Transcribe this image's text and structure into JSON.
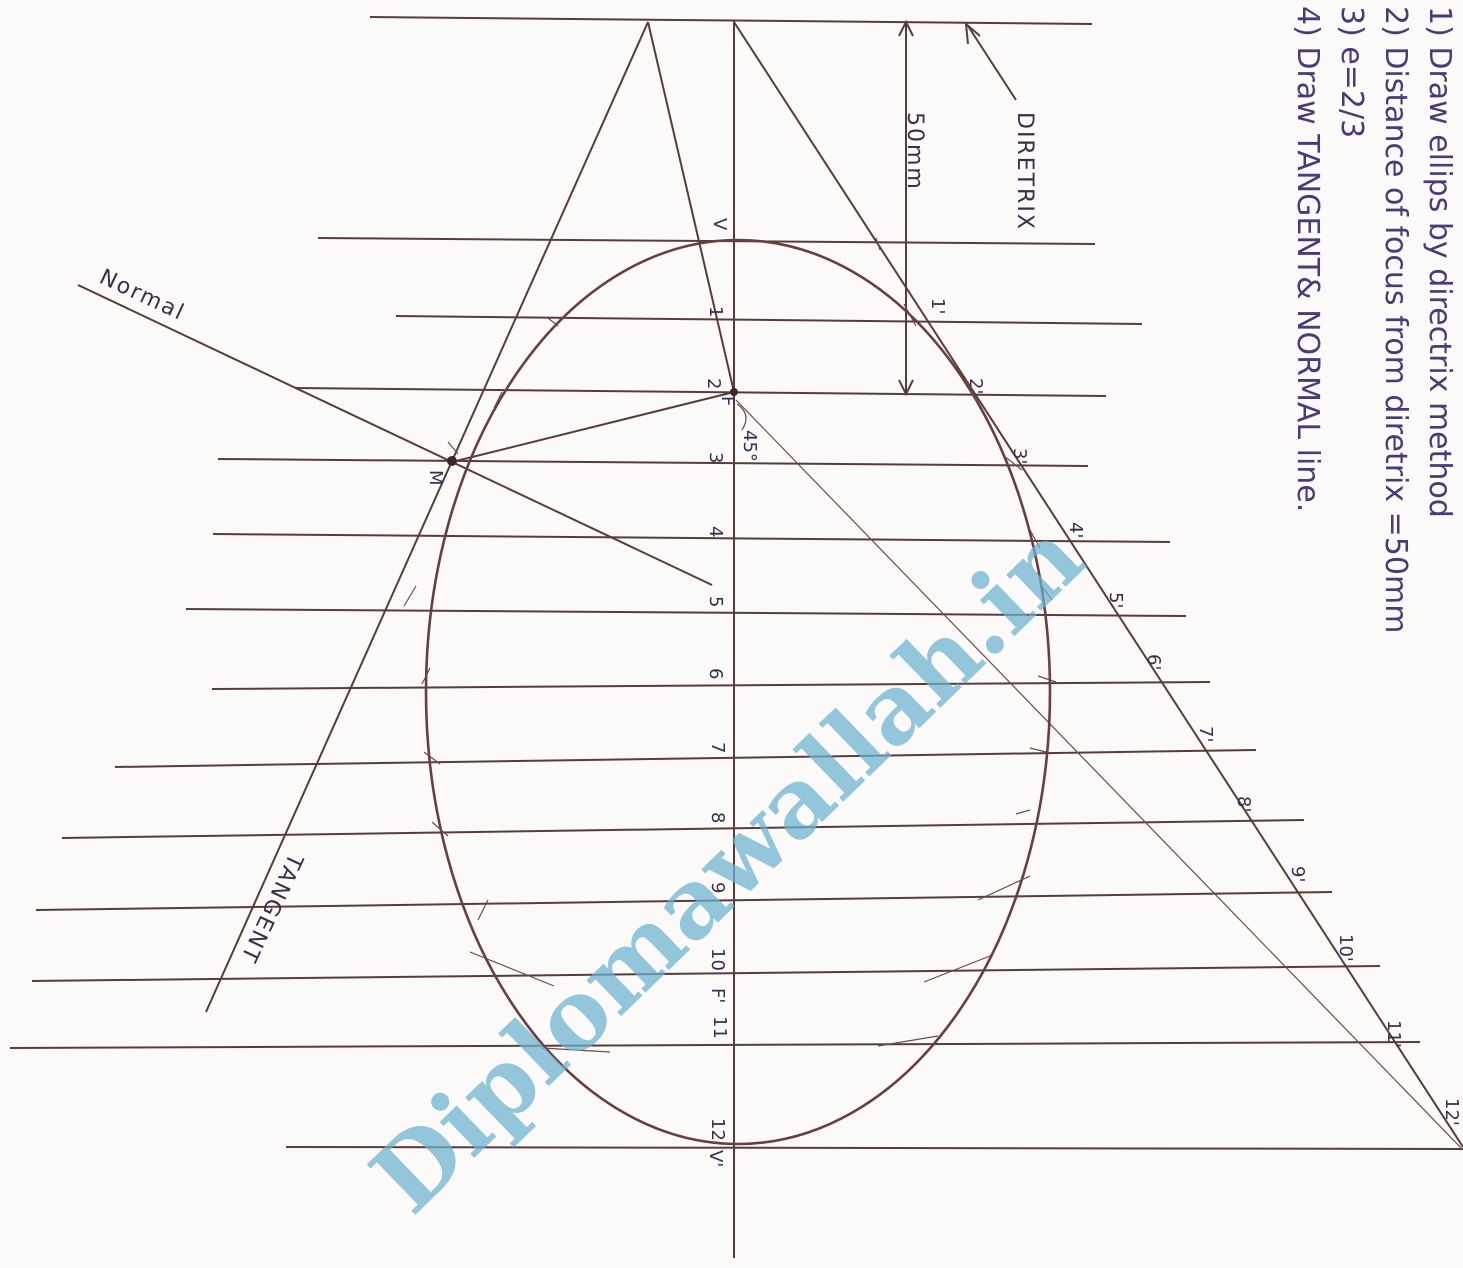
{
  "notes": [
    "1) Draw ellips by directrix method",
    "2) Distance of focus from diretrix =50mm",
    "3) e=2/3",
    "4) Draw TANGENT& NORMAL line."
  ],
  "labels": {
    "directrix": "DIRETRIX",
    "distance": "50mm",
    "normal": "Normal",
    "tangent": "TANGENT",
    "angle": "45°",
    "focus1": "F",
    "focus2": "F'",
    "point_m": "M",
    "vertex1": "V",
    "vertex2": "V'"
  },
  "axis_numbers": [
    "1",
    "2",
    "3",
    "4",
    "5",
    "6",
    "7",
    "8",
    "9",
    "10",
    "11",
    "12"
  ],
  "primed_numbers": [
    "1'",
    "2'",
    "3'",
    "4'",
    "5'",
    "6'",
    "7'",
    "8'",
    "9'",
    "10'",
    "11'",
    "12'"
  ],
  "watermark": "Diplomawallah.in",
  "colors": {
    "ink": "#5a3b3b",
    "note_ink": "#4a3a78",
    "watermark": "#6bb1cf"
  }
}
